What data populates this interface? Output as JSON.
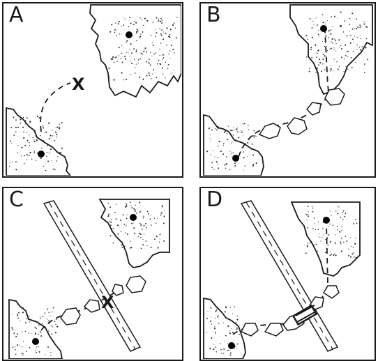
{
  "panels": [
    {
      "id": "A",
      "label": "A"
    },
    {
      "id": "B",
      "label": "B"
    },
    {
      "id": "C",
      "label": "C"
    },
    {
      "id": "D",
      "label": "D"
    }
  ],
  "marks": {
    "isolated_point_glyph": "X",
    "blocked_crossing_glyph": "X"
  },
  "colors": {
    "ink": "#1a1a1a",
    "background": "#ffffff"
  }
}
